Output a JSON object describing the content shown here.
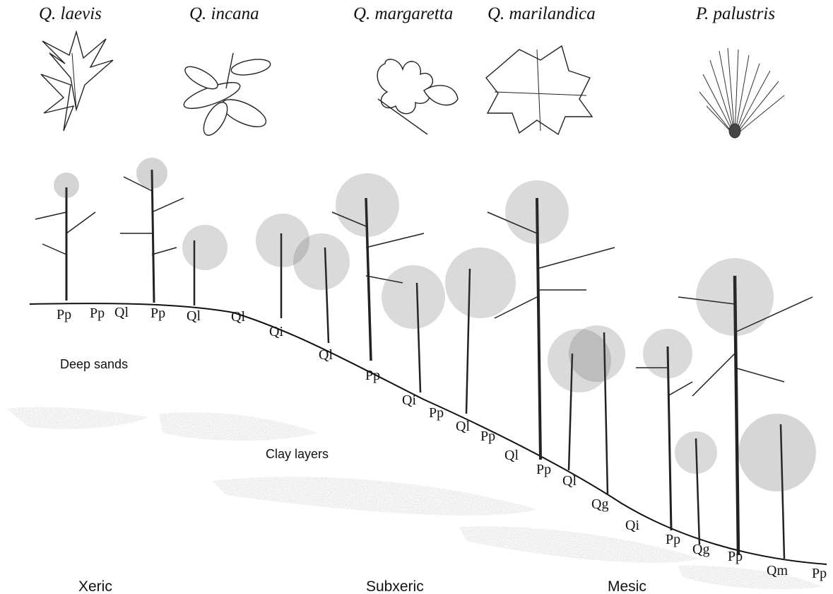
{
  "species_header": [
    {
      "name": "Q. laevis",
      "icon": "turkey-oak-leaf-icon"
    },
    {
      "name": "Q. incana",
      "icon": "bluejack-oak-leaf-icon"
    },
    {
      "name": "Q. margaretta",
      "icon": "sand-post-oak-leaf-icon"
    },
    {
      "name": "Q. marilandica",
      "icon": "blackjack-oak-leaf-icon"
    },
    {
      "name": "P. palustris",
      "icon": "longleaf-pine-needles-icon"
    }
  ],
  "tree_codes": [
    "Pp",
    "Pp",
    "Ql",
    "Pp",
    "Ql",
    "Ql",
    "Qi",
    "Ql",
    "Pp",
    "Qi",
    "Pp",
    "Ql",
    "Pp",
    "Ql",
    "Pp",
    "Ql",
    "Qg",
    "Qi",
    "Pp",
    "Qg",
    "Pp",
    "Qm",
    "Pp"
  ],
  "soil_labels": {
    "deep_sands": "Deep sands",
    "clay_layers": "Clay layers"
  },
  "moisture_zones": [
    "Xeric",
    "Subxeric",
    "Mesic"
  ],
  "colors": {
    "ink": "#111111",
    "shading": "#9a9a9a",
    "background": "#ffffff"
  }
}
